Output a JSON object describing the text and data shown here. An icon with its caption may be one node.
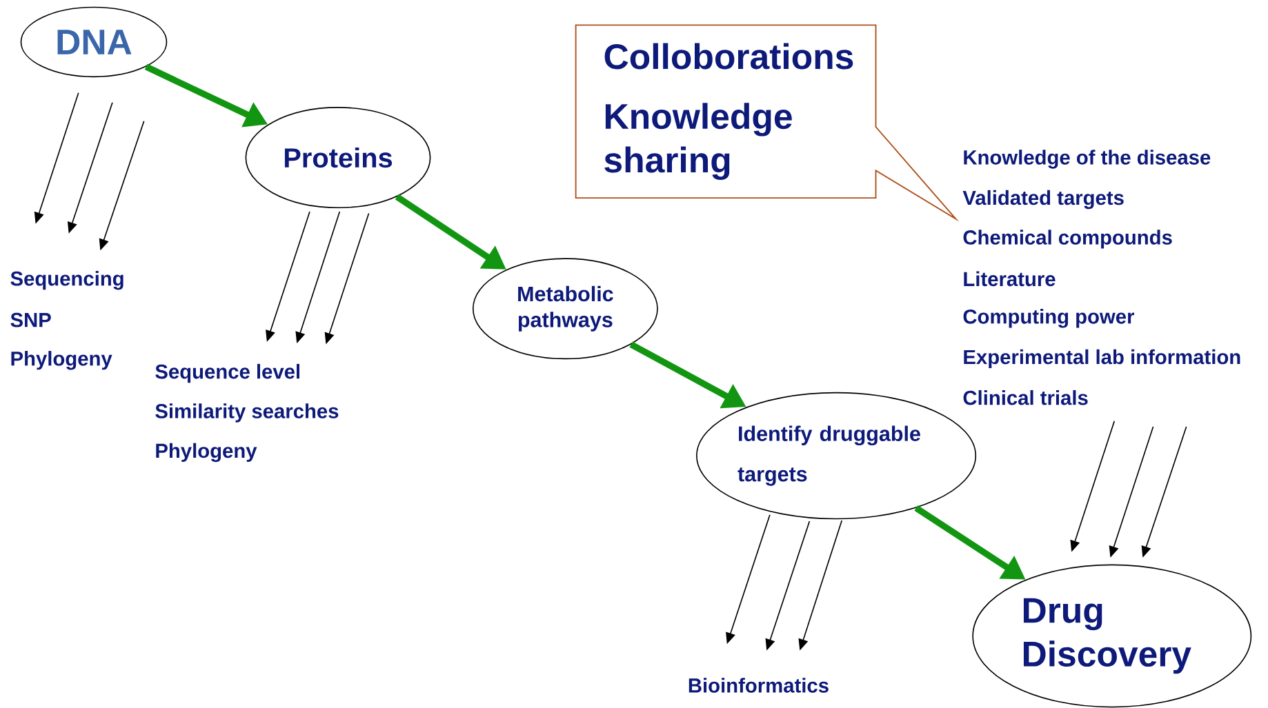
{
  "diagram": {
    "nodes": [
      {
        "text": [
          "DNA"
        ]
      },
      {
        "text": [
          "Proteins"
        ]
      },
      {
        "text": [
          "Metabolic pathways"
        ]
      },
      {
        "text": [
          "Identify druggable targets"
        ]
      },
      {
        "text": [
          "Drug Discovery"
        ]
      },
      {
        "text": [
          "Colloborations",
          "Knowledge sharing"
        ]
      }
    ],
    "edges": [
      {
        "from": 0,
        "to": 1,
        "arrow": "to"
      },
      {
        "from": 1,
        "to": 2,
        "arrow": "to"
      },
      {
        "from": 2,
        "to": 3,
        "arrow": "to"
      },
      {
        "from": 3,
        "to": 4,
        "arrow": "to"
      }
    ],
    "labels": [
      "Sequencing",
      "SNP",
      "Phylogeny",
      "Sequence level",
      "Similarity searches",
      "Phylogeny",
      "Knowledge of the disease",
      "Validated targets",
      "Chemical compounds",
      "Literature",
      "Computing power",
      "Experimental lab information",
      "Clinical trials",
      "Bioinformatics"
    ]
  }
}
